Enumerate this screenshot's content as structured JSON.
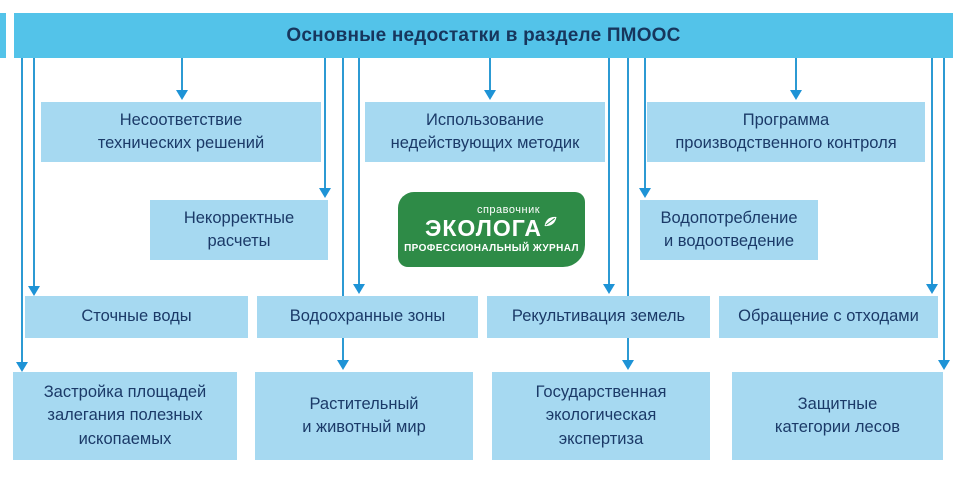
{
  "diagram": {
    "title": "Основные недостатки в разделе ПМООС",
    "row1": [
      {
        "label": "Несоответствие\nтехнических решений"
      },
      {
        "label": "Использование\nнедействующих методик"
      },
      {
        "label": "Программа\nпроизводственного контроля"
      }
    ],
    "row2": [
      {
        "label": "Некорректные\nрасчеты"
      },
      {
        "label": "Водопотребление\nи водоотведение"
      }
    ],
    "row3": [
      {
        "label": "Сточные воды"
      },
      {
        "label": "Водоохранные зоны"
      },
      {
        "label": "Рекультивация земель"
      },
      {
        "label": "Обращение с отходами"
      }
    ],
    "row4": [
      {
        "label": "Застройка площадей\nзалегания полезных\nископаемых"
      },
      {
        "label": "Растительный\nи животный мир"
      },
      {
        "label": "Государственная\nэкологическая\nэкспертиза"
      },
      {
        "label": "Защитные\nкатегории лесов"
      }
    ]
  },
  "logo": {
    "top_label": "справочник",
    "name": "ЭКОЛОГА",
    "bottom_label": "ПРОФЕССИОНАЛЬНЫЙ ЖУРНАЛ",
    "icon": "leaf-icon"
  },
  "colors": {
    "header_blue": "#53c3e9",
    "node_blue": "#a6d9f1",
    "line_blue": "#2c9ad3",
    "arrowhead_blue": "#1e93d6",
    "text_navy": "#1b3a68",
    "title_navy": "#17365d",
    "logo_green": "#2e8b47"
  }
}
